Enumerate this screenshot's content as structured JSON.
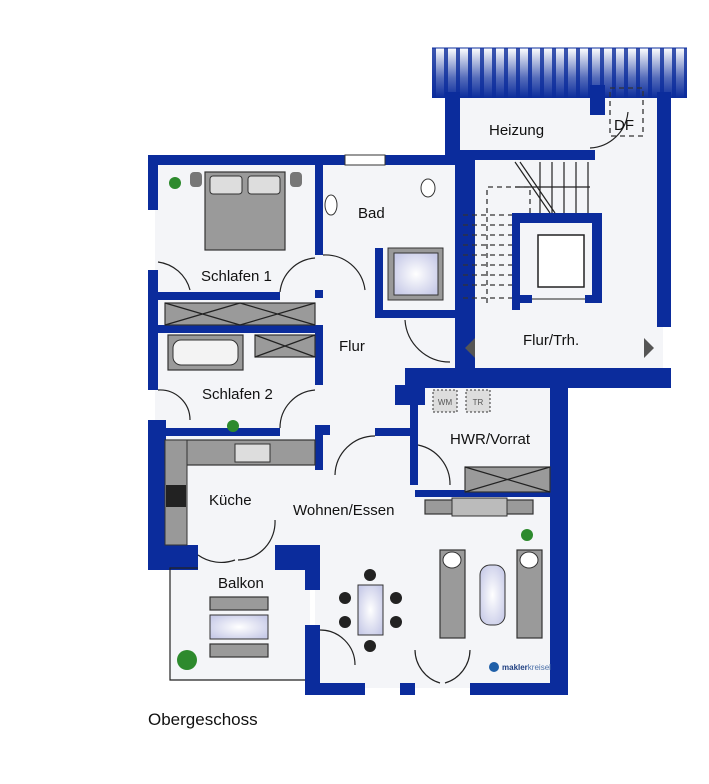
{
  "plan": {
    "floor_name": "Obergeschoss",
    "rooms": {
      "heizung": "Heizung",
      "df": "DF",
      "bad": "Bad",
      "schlafen1": "Schlafen 1",
      "flur": "Flur",
      "flur_trh": "Flur/Trh.",
      "schlafen2": "Schlafen 2",
      "hwr": "HWR/Vorrat",
      "kueche": "Küche",
      "wohnen": "Wohnen/Essen",
      "balkon": "Balkon"
    },
    "appliances": {
      "wm": "WM",
      "tr": "TR"
    },
    "logo": {
      "text_a": "makler",
      "text_b": "kreisel"
    },
    "colors": {
      "wall": "#0b2c9c",
      "floor": "#f4f5f8",
      "furniture": "#9a9a9a"
    }
  }
}
